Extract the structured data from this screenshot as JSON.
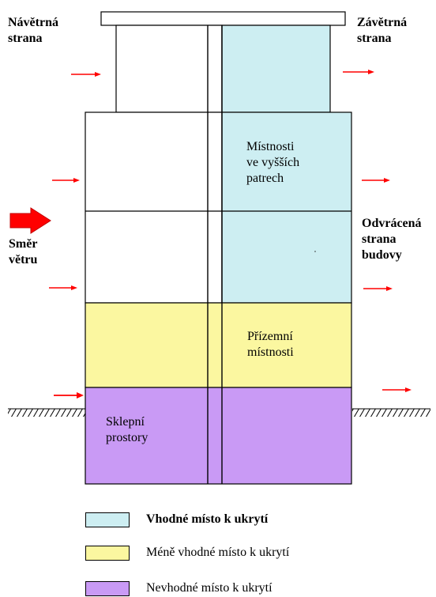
{
  "labels": {
    "windward": "Návětrná\nstrana",
    "leeward": "Závětrná\nstrana",
    "wind_direction": "Směr\nvětru",
    "far_side": "Odvrácená\nstrana\nbudovy",
    "upper_rooms": "Místnosti\nve vyšších\npatrech",
    "ground_rooms": "Přízemní\nmístnosti",
    "basement": "Sklepní\nprostory"
  },
  "legend": [
    {
      "label": "Vhodné místo k ukrytí",
      "color": "#cdeef2",
      "bold": true
    },
    {
      "label": "Méně vhodné místo k ukrytí",
      "color": "#fbf7a0",
      "bold": false
    },
    {
      "label": "Nevhodné místo k ukrytí",
      "color": "#c99af5",
      "bold": false
    }
  ],
  "colors": {
    "suitable": "#cdeef2",
    "less_suitable": "#fbf7a0",
    "unsuitable": "#c99af5",
    "arrow": "#ff0000"
  }
}
